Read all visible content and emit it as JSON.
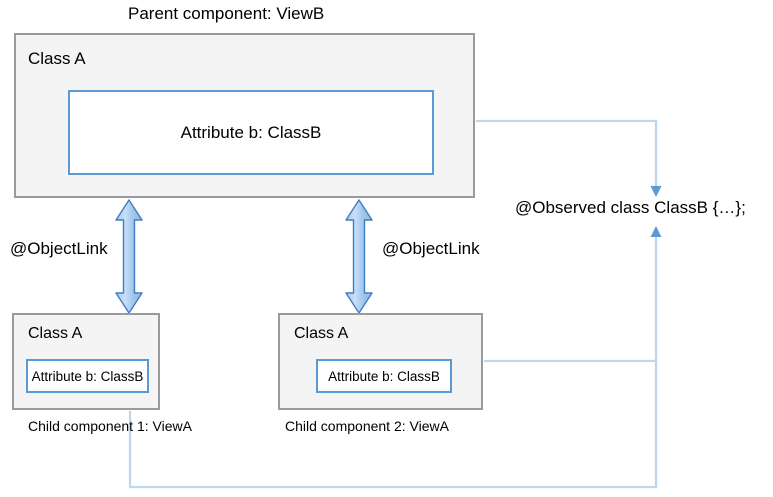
{
  "diagram": {
    "title": "Parent component: ViewB",
    "colors": {
      "box_border": "#9a9a9a",
      "box_fill": "#f4f4f4",
      "attribute_border": "#5b9bd5",
      "attribute_fill": "#ffffff",
      "arrow_fill": "#9dc3e6",
      "arrow_stroke": "#2e75b6",
      "wire": "#bdd7ee",
      "background": "#ffffff",
      "text": "#000000"
    },
    "parent": {
      "caption": "Parent component: ViewB",
      "class_label": "Class A",
      "attribute_label": "Attribute b: ClassB"
    },
    "children": [
      {
        "class_label": "Class A",
        "attribute_label": "Attribute b: ClassB",
        "caption": "Child component 1: ViewA",
        "link_label": "@ObjectLink"
      },
      {
        "class_label": "Class A",
        "attribute_label": "Attribute b: ClassB",
        "caption": "Child component 2: ViewA",
        "link_label": "@ObjectLink"
      }
    ],
    "observed": {
      "label": "@Observed class ClassB {…};"
    }
  }
}
